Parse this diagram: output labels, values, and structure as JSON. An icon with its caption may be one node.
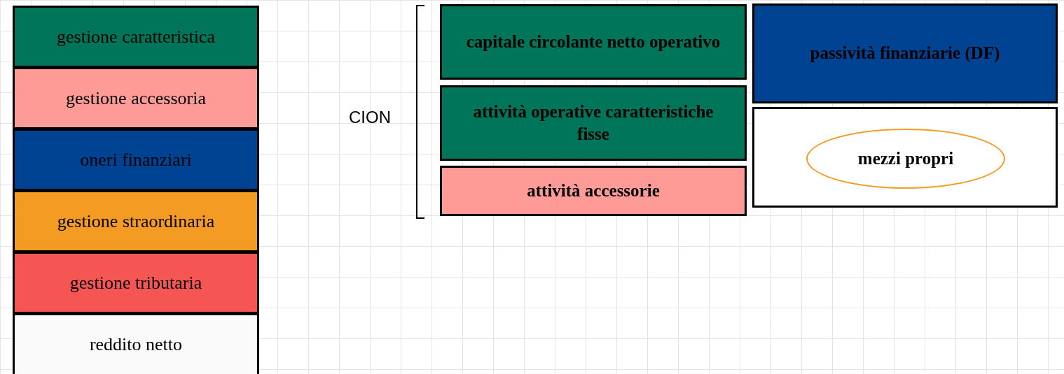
{
  "diagram": {
    "nodes": [
      {
        "text": [
          "gestione caratteristica"
        ]
      },
      {
        "text": [
          "gestione accessoria"
        ]
      },
      {
        "text": [
          "oneri finanziari"
        ]
      },
      {
        "text": [
          "gestione straordinaria"
        ]
      },
      {
        "text": [
          "gestione tributaria"
        ]
      },
      {
        "text": [
          "reddito netto"
        ]
      },
      {
        "text": [
          "capitale circolante netto operativo"
        ]
      },
      {
        "text": [
          "attività operative caratteristiche fisse"
        ]
      },
      {
        "text": [
          "attività accessorie"
        ]
      },
      {
        "text": [
          "passività finanziarie (DF)"
        ]
      },
      {
        "text": [],
        "shape": "box"
      },
      {
        "text": [
          "mezzi propri"
        ],
        "in": 10
      }
    ],
    "labels": [
      "CION"
    ]
  }
}
